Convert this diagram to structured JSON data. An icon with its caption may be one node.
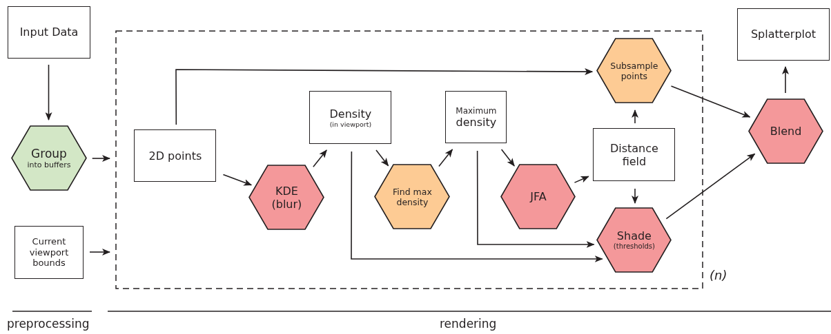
{
  "diagram": {
    "nodes": [
      {
        "text": [
          "Input Data"
        ]
      },
      {
        "text": [
          "Group",
          "into buffers"
        ]
      },
      {
        "text": [
          "Current viewport bounds"
        ]
      },
      {
        "text": [],
        "shape": "box",
        "beside": [
          "(n)"
        ]
      },
      {
        "text": [
          "2D points"
        ],
        "in": 3
      },
      {
        "text": [
          "KDE (blur)"
        ],
        "in": 3
      },
      {
        "text": [
          "Density",
          "(in viewport)"
        ],
        "in": 3
      },
      {
        "text": [
          "Find max density"
        ],
        "in": 3
      },
      {
        "text": [
          "Maximum",
          "density"
        ],
        "in": 3
      },
      {
        "text": [
          "JFA"
        ],
        "in": 3
      },
      {
        "text": [
          "Distance field"
        ],
        "in": 3
      },
      {
        "text": [
          "Subsample points"
        ],
        "in": 3
      },
      {
        "text": [
          "Shade",
          "(thresholds)"
        ],
        "in": 3
      },
      {
        "text": [
          "Blend"
        ]
      },
      {
        "text": [
          "Splatterplot"
        ]
      }
    ],
    "edges": [
      {
        "from": 0,
        "to": 1,
        "arrow": "to"
      },
      {
        "from": 1,
        "to": 3,
        "arrow": "to"
      },
      {
        "from": 2,
        "to": 3,
        "arrow": "to"
      },
      {
        "from": 4,
        "to": 5,
        "arrow": "to"
      },
      {
        "from": 5,
        "to": 6,
        "arrow": "to"
      },
      {
        "from": 6,
        "to": 7,
        "arrow": "to"
      },
      {
        "from": 7,
        "to": 8,
        "arrow": "to"
      },
      {
        "from": 8,
        "to": 9,
        "arrow": "to"
      },
      {
        "from": 9,
        "to": 10,
        "arrow": "to"
      },
      {
        "from": 10,
        "to": 11,
        "arrow": "to"
      },
      {
        "from": 10,
        "to": 12,
        "arrow": "to"
      },
      {
        "from": 4,
        "to": 11,
        "arrow": "to"
      },
      {
        "from": 6,
        "to": 12,
        "arrow": "to"
      },
      {
        "from": 8,
        "to": 12,
        "arrow": "to"
      },
      {
        "from": 11,
        "to": 13,
        "arrow": "to"
      },
      {
        "from": 12,
        "to": 13,
        "arrow": "to"
      },
      {
        "from": 13,
        "to": 14,
        "arrow": "to"
      }
    ],
    "labels": [
      "preprocessing",
      "rendering"
    ]
  }
}
